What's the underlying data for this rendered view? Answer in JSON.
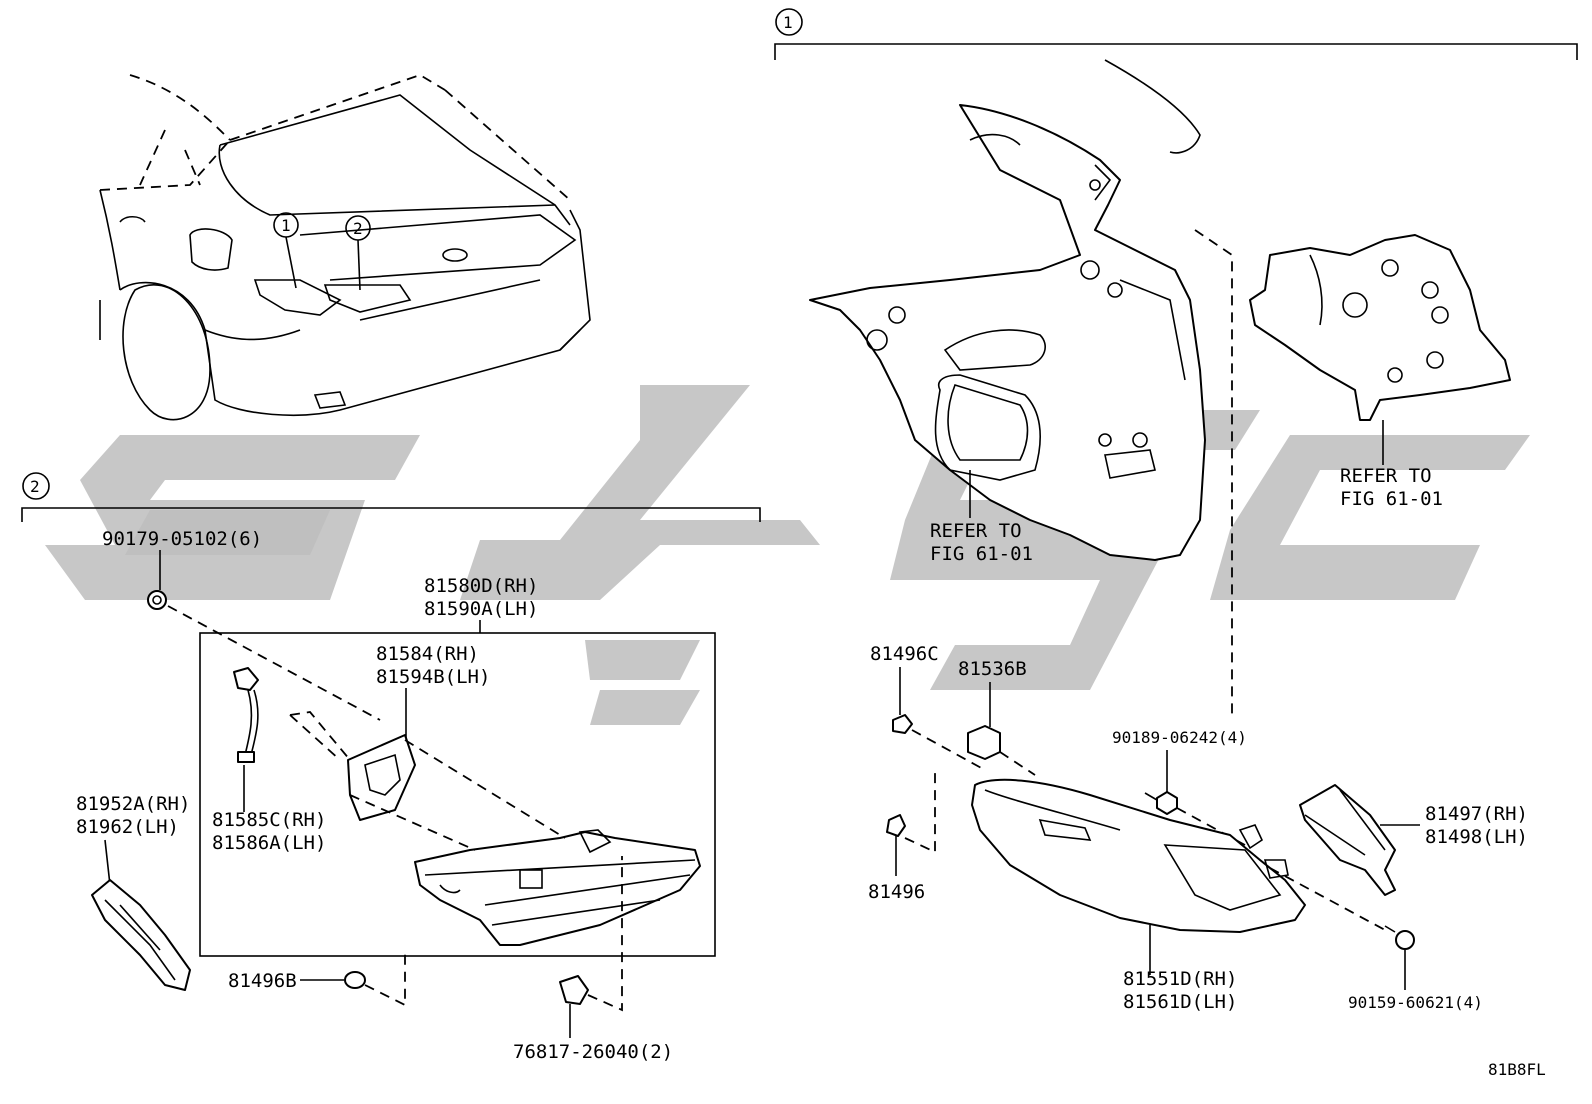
{
  "figure_code": "81B8FL",
  "callouts": {
    "one": "1",
    "two": "2",
    "car_one": "1",
    "car_two": "2"
  },
  "watermark": {
    "text": "SGC",
    "color": "#bdbdbd"
  },
  "group2_parts": {
    "p90179": "90179-05102(6)",
    "p81580_rh": "81580D(RH)",
    "p81580_lh": "81590A(LH)",
    "p81584_rh": "81584(RH)",
    "p81584_lh": "81594B(LH)",
    "p81585_rh": "81585C(RH)",
    "p81585_lh": "81586A(LH)",
    "p81952_rh": "81952A(RH)",
    "p81952_lh": "81962(LH)",
    "p81496b": "81496B",
    "p76817": "76817-26040(2)"
  },
  "group1_parts": {
    "refer_left_1": "REFER TO",
    "refer_left_2": "FIG 61-01",
    "refer_right_1": "REFER TO",
    "refer_right_2": "FIG 61-01",
    "p81496c": "81496C",
    "p81536b": "81536B",
    "p90189": "90189-06242(4)",
    "p81497_rh": "81497(RH)",
    "p81497_lh": "81498(LH)",
    "p81496": "81496",
    "p81551_rh": "81551D(RH)",
    "p81551_lh": "81561D(LH)",
    "p90159": "90159-60621(4)"
  }
}
